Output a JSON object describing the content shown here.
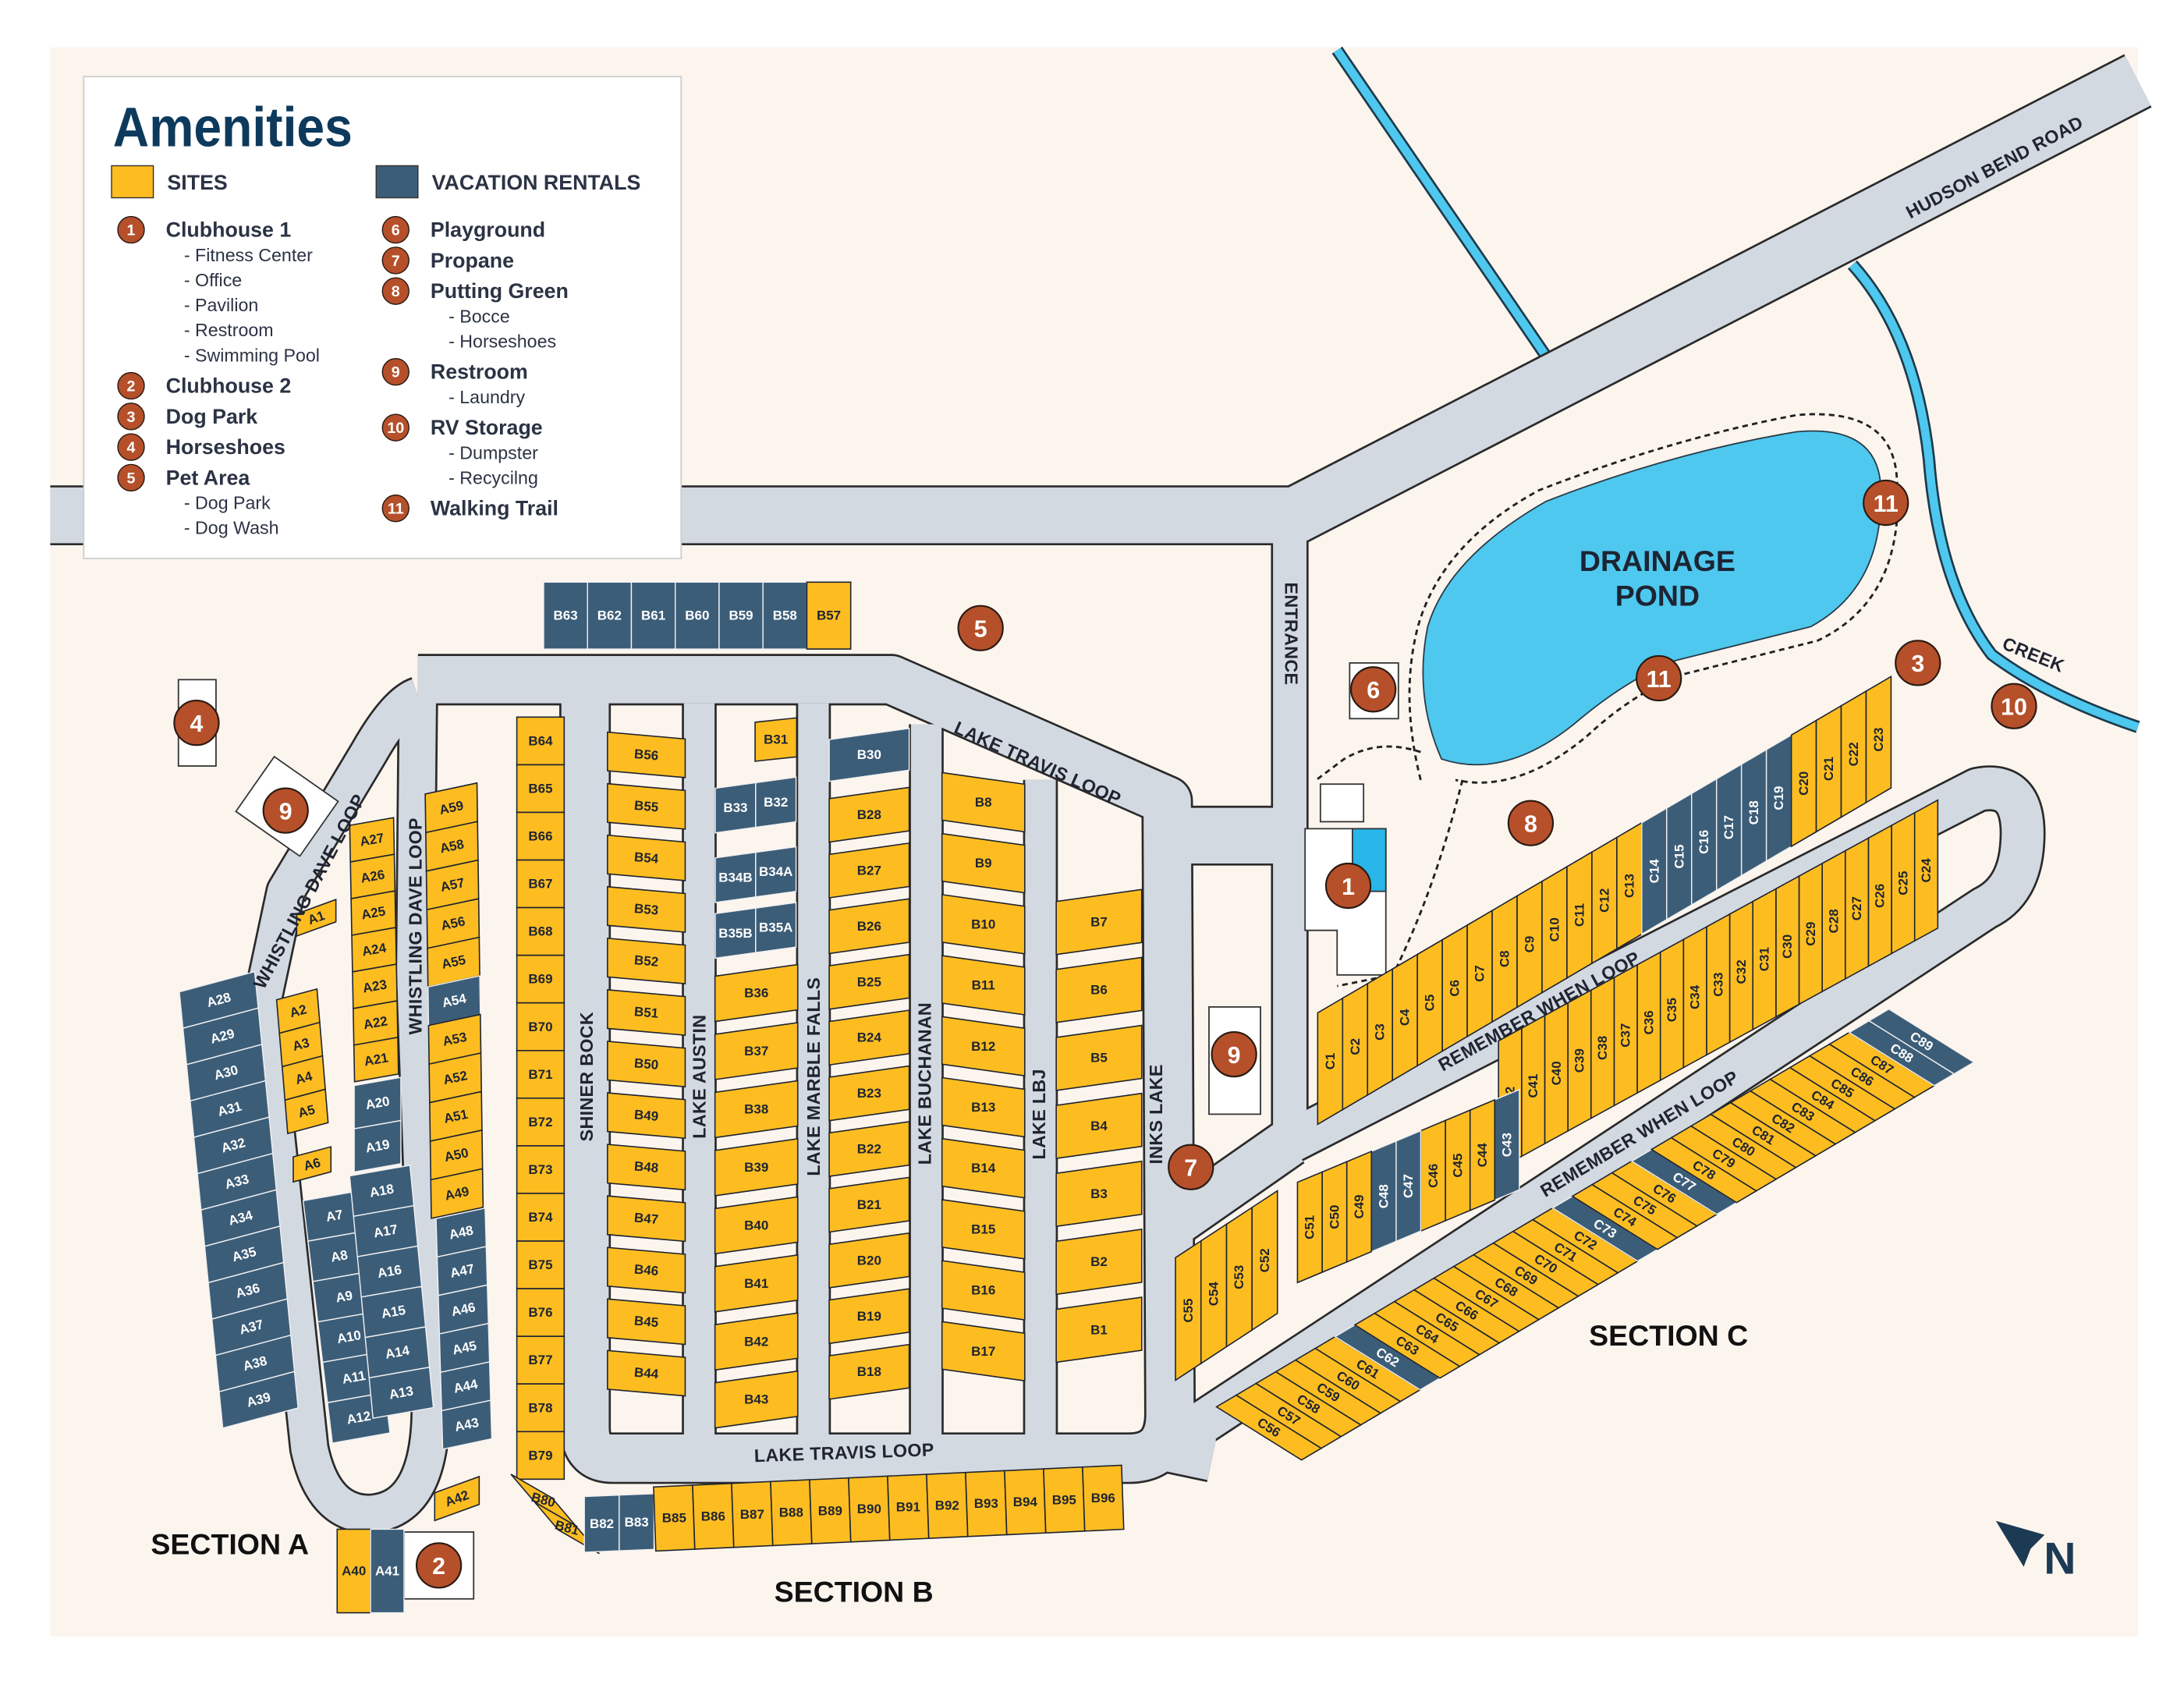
{
  "colors": {
    "site": "#fdbd21",
    "rental": "#3c5d78",
    "road": "#d3d9e1",
    "water": "#4ec8ee",
    "background": "#fcf5ee",
    "marker": "#b5502a",
    "legend_title": "#0d3a5c"
  },
  "legend": {
    "title": "Amenities",
    "sites_label": "SITES",
    "rentals_label": "VACATION RENTALS",
    "left": [
      {
        "num": "1",
        "name": "Clubhouse 1",
        "subs": [
          "- Fitness Center",
          "- Office",
          "- Pavilion",
          "- Restroom",
          "- Swimming Pool"
        ]
      },
      {
        "num": "2",
        "name": "Clubhouse 2",
        "subs": []
      },
      {
        "num": "3",
        "name": "Dog Park",
        "subs": []
      },
      {
        "num": "4",
        "name": "Horseshoes",
        "subs": []
      },
      {
        "num": "5",
        "name": "Pet Area",
        "subs": [
          "- Dog Park",
          "- Dog Wash"
        ]
      }
    ],
    "right": [
      {
        "num": "6",
        "name": "Playground",
        "subs": []
      },
      {
        "num": "7",
        "name": "Propane",
        "subs": []
      },
      {
        "num": "8",
        "name": "Putting Green",
        "subs": [
          "- Bocce",
          "- Horseshoes"
        ]
      },
      {
        "num": "9",
        "name": "Restroom",
        "subs": [
          "- Laundry"
        ]
      },
      {
        "num": "10",
        "name": "RV Storage",
        "subs": [
          "- Dumpster",
          "- Recycilng"
        ]
      },
      {
        "num": "11",
        "name": "Walking Trail",
        "subs": []
      }
    ]
  },
  "map_markers": [
    "1",
    "2",
    "3",
    "4",
    "5",
    "6",
    "7",
    "8",
    "9",
    "9",
    "10",
    "11",
    "11"
  ],
  "labels": {
    "whistling_1": "WHISTLING DAVE LOOP",
    "whistling_2": "WHISTLING DAVE LOOP",
    "lake_travis_top": "LAKE TRAVIS LOOP",
    "lake_travis_bottom": "LAKE TRAVIS LOOP",
    "shiner_bock": "SHINER BOCK",
    "lake_austin": "LAKE AUSTIN",
    "lake_marble_falls": "LAKE MARBLE FALLS",
    "lake_buchanan": "LAKE BUCHANAN",
    "lake_lbj": "LAKE LBJ",
    "inks_lake": "INKS LAKE",
    "entrance": "ENTRANCE",
    "remember_when_1": "REMEMBER WHEN LOOP",
    "remember_when_2": "REMEMBER WHEN LOOP",
    "hudson_bend": "HUDSON BEND ROAD",
    "creek": "CREEK",
    "pond_1": "DRAINAGE",
    "pond_2": "POND",
    "section_a": "SECTION A",
    "section_b": "SECTION B",
    "section_c": "SECTION C",
    "north": "N"
  },
  "sites": {
    "a_west": [
      "A28",
      "A29",
      "A30",
      "A31",
      "A32",
      "A33",
      "A34",
      "A35",
      "A36",
      "A37",
      "A38",
      "A39"
    ],
    "a_inner_left": [
      "A2",
      "A3",
      "A4",
      "A5"
    ],
    "a_a1": [
      "A1"
    ],
    "a_a6": [
      "A6"
    ],
    "a_center_left": [
      "A7",
      "A8",
      "A9",
      "A10",
      "A11",
      "A12"
    ],
    "a_center_right": [
      "A18",
      "A17",
      "A16",
      "A15",
      "A14",
      "A13"
    ],
    "a_center_top": [
      "A20",
      "A19"
    ],
    "a_mid": [
      "A27",
      "A26",
      "A25",
      "A24",
      "A23",
      "A22",
      "A21"
    ],
    "a_east_upper": [
      "A59",
      "A58",
      "A57",
      "A56",
      "A55",
      "A54",
      "A53",
      "A52",
      "A51",
      "A50",
      "A49"
    ],
    "a_east_lower": [
      "A48",
      "A47",
      "A46",
      "A45",
      "A44",
      "A43"
    ],
    "a_a42": [
      "A42"
    ],
    "a_bottom": [
      "A40",
      "A41"
    ],
    "b_top": [
      "B63",
      "B62",
      "B61",
      "B60",
      "B59",
      "B58",
      "B57"
    ],
    "b_west": [
      "B64",
      "B65",
      "B66",
      "B67",
      "B68",
      "B69",
      "B70",
      "B71",
      "B72",
      "B73",
      "B74",
      "B75",
      "B76",
      "B77",
      "B78",
      "B79"
    ],
    "b_corner_sites": [
      "B80",
      "B81"
    ],
    "b_corner_rentals": [
      "B82",
      "B83"
    ],
    "b_bottom": [
      "B85",
      "B86",
      "B87",
      "B88",
      "B89",
      "B90",
      "B91",
      "B92",
      "B93",
      "B94",
      "B95",
      "B96"
    ],
    "b_shiner": [
      "B56",
      "B55",
      "B54",
      "B53",
      "B52",
      "B51",
      "B50",
      "B49",
      "B48",
      "B47",
      "B46",
      "B45",
      "B44"
    ],
    "b_b31": [
      "B31"
    ],
    "b_austin_r1": [
      "B33",
      "B32"
    ],
    "b_austin_r2": [
      "B34B",
      "B34A"
    ],
    "b_austin_r3": [
      "B35B",
      "B35A"
    ],
    "b_austin": [
      "B36",
      "B37",
      "B38",
      "B39",
      "B40",
      "B41",
      "B42",
      "B43"
    ],
    "b_b30": [
      "B30"
    ],
    "b_marble": [
      "B28",
      "B27",
      "B26",
      "B25",
      "B24",
      "B23",
      "B22",
      "B21",
      "B20",
      "B19",
      "B18"
    ],
    "b_buchanan": [
      "B8",
      "B9",
      "B10",
      "B11",
      "B12",
      "B13",
      "B14",
      "B15",
      "B16",
      "B17"
    ],
    "b_lbj": [
      "B7",
      "B6",
      "B5",
      "B4",
      "B3",
      "B2",
      "B1"
    ],
    "c_top": [
      "C1",
      "C2",
      "C3",
      "C4",
      "C5",
      "C6",
      "C7",
      "C8",
      "C9",
      "C10",
      "C11",
      "C12",
      "C13",
      "C14",
      "C15",
      "C16",
      "C17",
      "C18",
      "C19",
      "C20",
      "C21",
      "C22",
      "C23"
    ],
    "c_mid": [
      "C24",
      "C25",
      "C26",
      "C27",
      "C28",
      "C29",
      "C30",
      "C31",
      "C32",
      "C33",
      "C34",
      "C35",
      "C36",
      "C37",
      "C38",
      "C39",
      "C40",
      "C41",
      "C42"
    ],
    "c_lower": [
      "C43",
      "C44",
      "C45",
      "C46",
      "C47",
      "C48",
      "C49",
      "C50",
      "C51"
    ],
    "c_inks": [
      "C52",
      "C53",
      "C54",
      "C55"
    ],
    "c_south": [
      "C56",
      "C57",
      "C58",
      "C59",
      "C60",
      "C61",
      "C62",
      "C63",
      "C64",
      "C65",
      "C66",
      "C67",
      "C68",
      "C69",
      "C70",
      "C71",
      "C72",
      "C73",
      "C74",
      "C75",
      "C76",
      "C77",
      "C78",
      "C79",
      "C80",
      "C81",
      "C82",
      "C83",
      "C84",
      "C85",
      "C86",
      "C87",
      "C88",
      "C89"
    ]
  },
  "vacation_rentals": [
    "A7",
    "A8",
    "A9",
    "A10",
    "A11",
    "A12",
    "A13",
    "A14",
    "A15",
    "A16",
    "A17",
    "A18",
    "A19",
    "A20",
    "A28",
    "A29",
    "A30",
    "A31",
    "A32",
    "A33",
    "A34",
    "A35",
    "A36",
    "A37",
    "A38",
    "A39",
    "A41",
    "A43",
    "A44",
    "A45",
    "A46",
    "A47",
    "A48",
    "A54",
    "B30",
    "B32",
    "B33",
    "B34A",
    "B34B",
    "B35A",
    "B35B",
    "B58",
    "B59",
    "B60",
    "B61",
    "B62",
    "B63",
    "B82",
    "B83",
    "C14",
    "C15",
    "C16",
    "C17",
    "C18",
    "C19",
    "C43",
    "C47",
    "C48",
    "C62",
    "C73",
    "C77",
    "C88",
    "C89"
  ]
}
